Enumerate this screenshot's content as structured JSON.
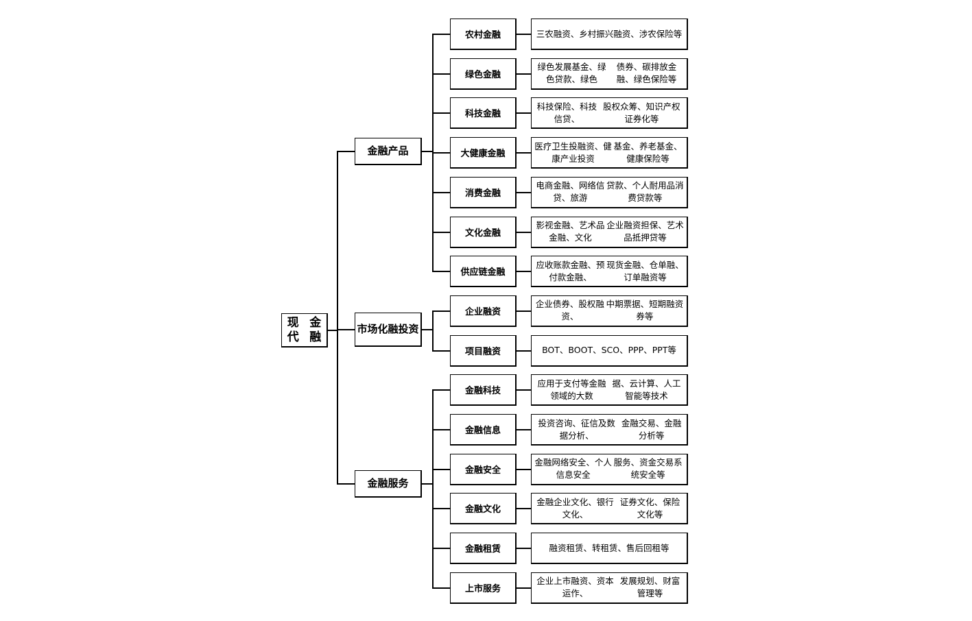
{
  "root": {
    "label": "现代\n金融"
  },
  "categories": [
    {
      "label": "金融产品",
      "items": [
        {
          "label": "农村金融",
          "desc": "三农融资、乡村振兴融资、\n涉农保险等"
        },
        {
          "label": "绿色金融",
          "desc": "绿色发展基金、绿色贷款、绿色\n债券、碳排放金融、绿色保险等"
        },
        {
          "label": "科技金融",
          "desc": "科技保险、科技信贷、\n股权众筹、知识产权证券化等"
        },
        {
          "label": "大健康金融",
          "desc": "医疗卫生投融资、健康产业投资\n基金、养老基金、健康保险等"
        },
        {
          "label": "消费金融",
          "desc": "电商金融、网络信贷、旅游\n贷款、个人耐用品消费贷款等"
        },
        {
          "label": "文化金融",
          "desc": "影视金融、艺术品金融、文化\n企业融资担保、艺术品抵押贷等"
        },
        {
          "label": "供应链金融",
          "desc": "应收账款金融、预付款金融、\n现货金融、仓单融、订单融资等"
        }
      ]
    },
    {
      "label": "市场化融\n投资",
      "items": [
        {
          "label": "企业融资",
          "desc": "企业债券、股权融资、\n中期票据、短期融资券等"
        },
        {
          "label": "项目融资",
          "desc": "BOT、BOOT、SCO、PPP、PPT等"
        }
      ]
    },
    {
      "label": "金融服务",
      "items": [
        {
          "label": "金融科技",
          "desc": "应用于支付等金融领域的大数\n据、云计算、人工智能等技术"
        },
        {
          "label": "金融信息",
          "desc": "投资咨询、征信及数据分析、\n金融交易、金融分析等"
        },
        {
          "label": "金融安全",
          "desc": "金融网络安全、个人信息安全\n服务、资金交易系统安全等"
        },
        {
          "label": "金融文化",
          "desc": "金融企业文化、银行文化、\n证券文化、保险文化等"
        },
        {
          "label": "金融租赁",
          "desc": "融资租赁、转租赁、\n售后回租等"
        },
        {
          "label": "上市服务",
          "desc": "企业上市融资、资本运作、\n发展规划、财富管理等"
        }
      ]
    }
  ]
}
